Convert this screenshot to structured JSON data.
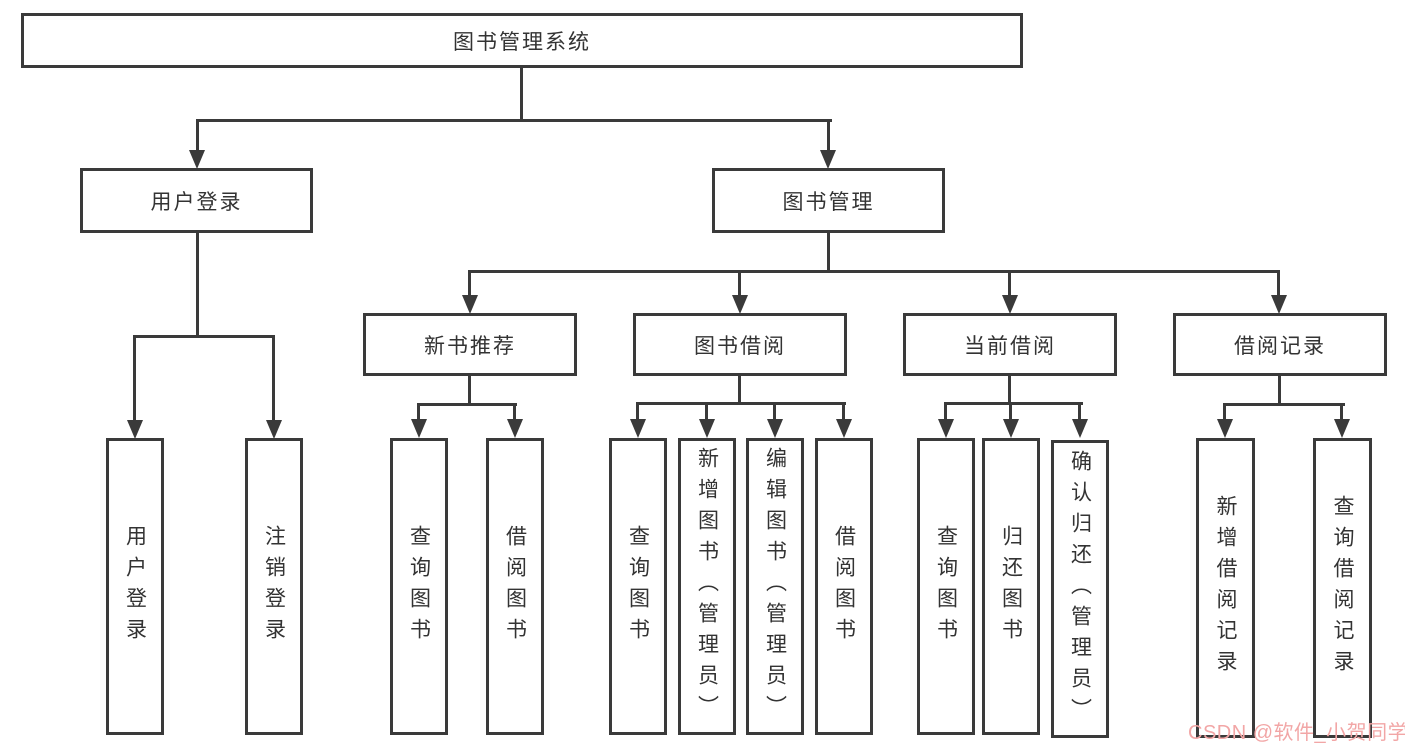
{
  "diagram": {
    "title": "图书管理系统",
    "root": {
      "label": "图书管理系统"
    },
    "branches": [
      {
        "label": "用户登录",
        "children": [
          "用户登录",
          "注销登录"
        ]
      },
      {
        "label": "图书管理",
        "groups": [
          {
            "label": "新书推荐",
            "children": [
              "查询图书",
              "借阅图书"
            ]
          },
          {
            "label": "图书借阅",
            "children": [
              "查询图书",
              "新增图书（管理员）",
              "编辑图书（管理员）",
              "借阅图书"
            ]
          },
          {
            "label": "当前借阅",
            "children": [
              "查询图书",
              "归还图书",
              "确认归还（管理员）"
            ]
          },
          {
            "label": "借阅记录",
            "children": [
              "新增借阅记录",
              "查询借阅记录"
            ]
          }
        ]
      }
    ]
  },
  "colors": {
    "line": "#3a3a3a",
    "text": "#333333",
    "box_background": "#ffffff",
    "watermark": "#f2a6a6"
  },
  "watermark": {
    "text": "CSDN @软件_小贺同学"
  }
}
